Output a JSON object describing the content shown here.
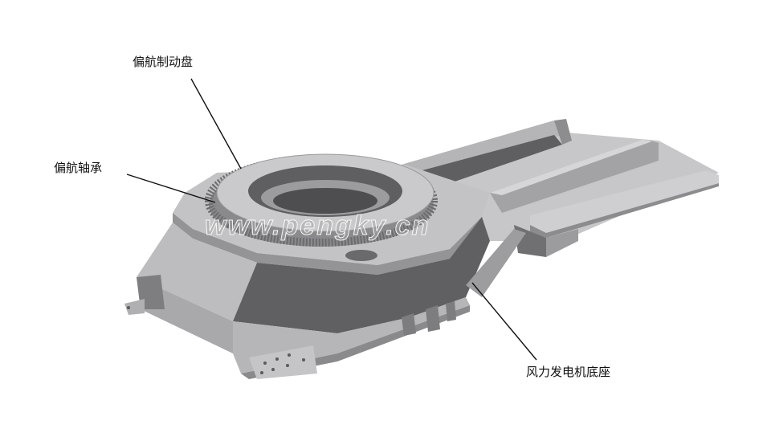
{
  "diagram": {
    "subject": "wind turbine nacelle base frame with yaw bearing and yaw brake disc",
    "labels": [
      {
        "id": "yaw-brake-disc",
        "text": "偏航制动盘"
      },
      {
        "id": "yaw-bearing",
        "text": "偏航轴承"
      },
      {
        "id": "turbine-base",
        "text": "风力发电机底座"
      }
    ],
    "watermark": "www.pengky.cn"
  },
  "colors": {
    "background": "#ffffff",
    "light_face": "#c9c9cb",
    "mid_face": "#a7a7a9",
    "dark_face": "#6f6f72",
    "shadow_face": "#58585b",
    "leader_line": "#111111"
  }
}
